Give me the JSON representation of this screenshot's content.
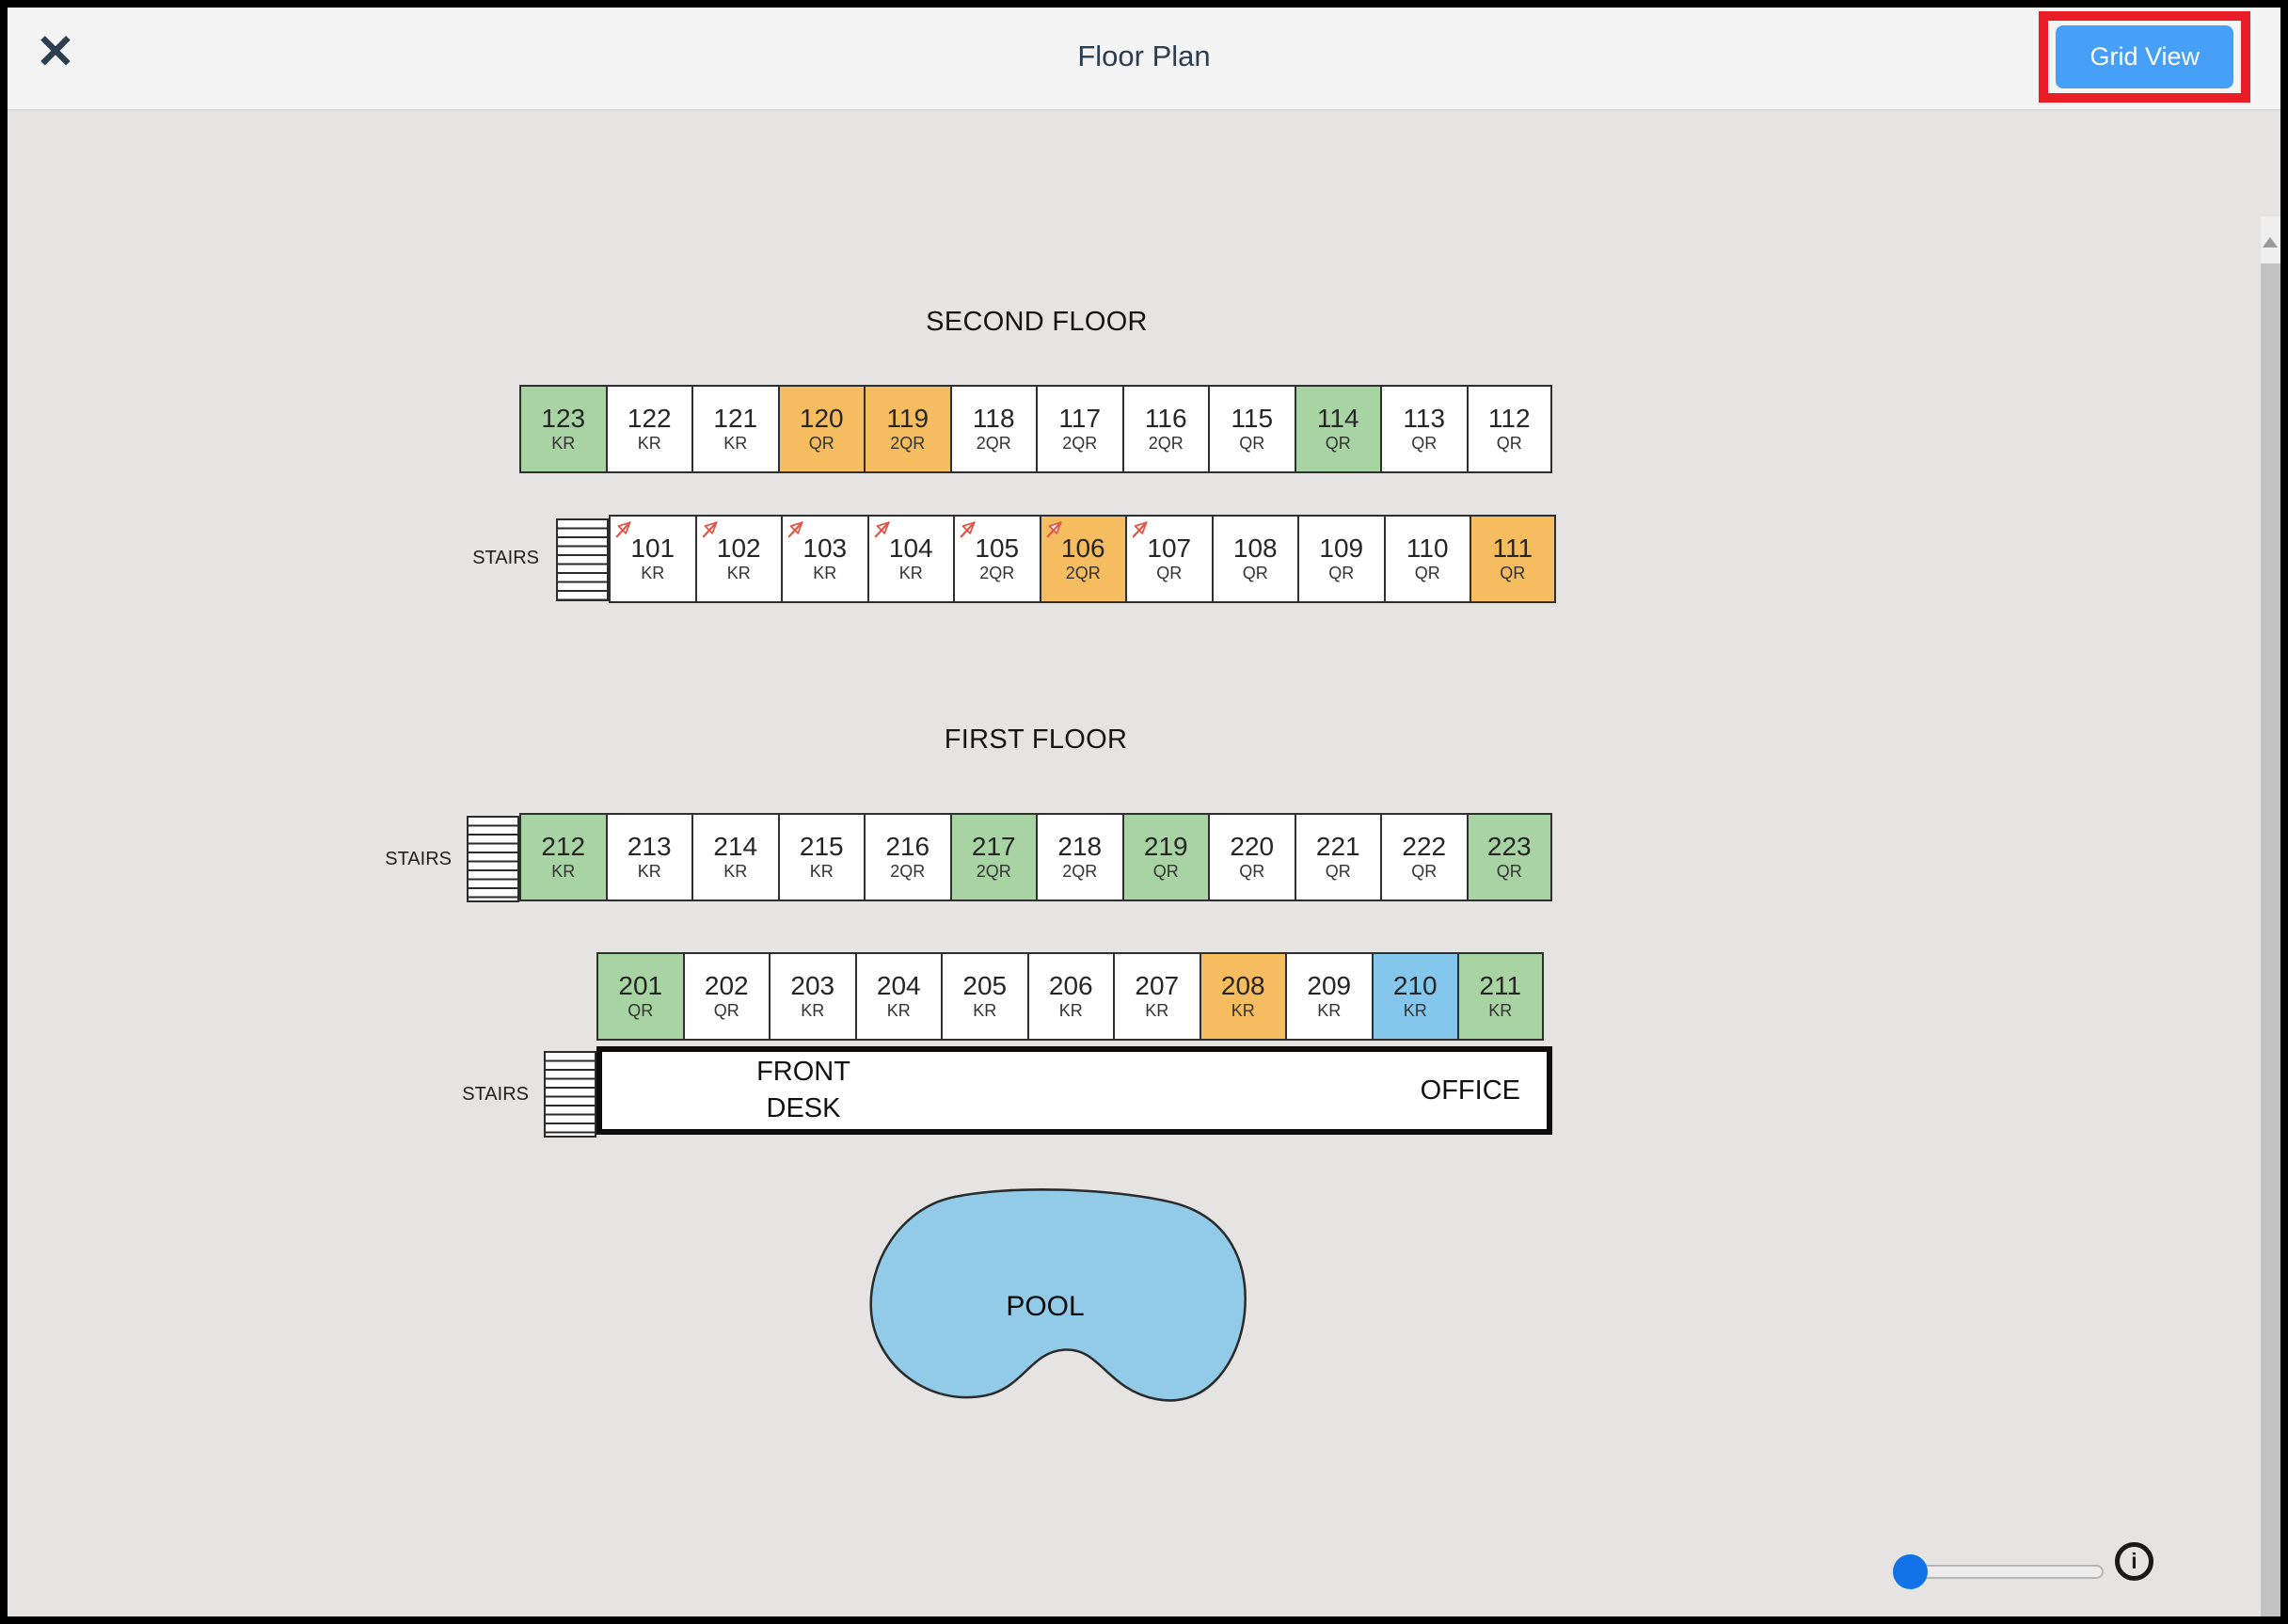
{
  "window": {
    "title": "Floor Plan",
    "close_label": "✕"
  },
  "toolbar": {
    "grid_view_label": "Grid View"
  },
  "colors": {
    "button_blue": "#46a0f7",
    "annotation_red": "#ea1c25",
    "room_green": "#a8d3a3",
    "room_orange": "#f5bd5f",
    "room_blue": "#85c6ed",
    "room_white": "#ffffff",
    "pool_fill": "#92cbe8",
    "slider_thumb_blue": "#1272e8",
    "flag_red": "#e05649"
  },
  "floors": [
    {
      "name": "SECOND FLOOR",
      "rows": [
        {
          "stairs_label": "",
          "rooms": [
            {
              "number": "123",
              "type": "KR",
              "status": "green",
              "flag": false
            },
            {
              "number": "122",
              "type": "KR",
              "status": "white",
              "flag": false
            },
            {
              "number": "121",
              "type": "KR",
              "status": "white",
              "flag": false
            },
            {
              "number": "120",
              "type": "QR",
              "status": "orange",
              "flag": false
            },
            {
              "number": "119",
              "type": "2QR",
              "status": "orange",
              "flag": false
            },
            {
              "number": "118",
              "type": "2QR",
              "status": "white",
              "flag": false
            },
            {
              "number": "117",
              "type": "2QR",
              "status": "white",
              "flag": false
            },
            {
              "number": "116",
              "type": "2QR",
              "status": "white",
              "flag": false
            },
            {
              "number": "115",
              "type": "QR",
              "status": "white",
              "flag": false
            },
            {
              "number": "114",
              "type": "QR",
              "status": "green",
              "flag": false
            },
            {
              "number": "113",
              "type": "QR",
              "status": "white",
              "flag": false
            },
            {
              "number": "112",
              "type": "QR",
              "status": "white",
              "flag": false
            }
          ]
        },
        {
          "stairs_label": "STAIRS",
          "rooms": [
            {
              "number": "101",
              "type": "KR",
              "status": "white",
              "flag": true
            },
            {
              "number": "102",
              "type": "KR",
              "status": "white",
              "flag": true
            },
            {
              "number": "103",
              "type": "KR",
              "status": "white",
              "flag": true
            },
            {
              "number": "104",
              "type": "KR",
              "status": "white",
              "flag": true
            },
            {
              "number": "105",
              "type": "2QR",
              "status": "white",
              "flag": true
            },
            {
              "number": "106",
              "type": "2QR",
              "status": "orange",
              "flag": true
            },
            {
              "number": "107",
              "type": "QR",
              "status": "white",
              "flag": true
            },
            {
              "number": "108",
              "type": "QR",
              "status": "white",
              "flag": false
            },
            {
              "number": "109",
              "type": "QR",
              "status": "white",
              "flag": false
            },
            {
              "number": "110",
              "type": "QR",
              "status": "white",
              "flag": false
            },
            {
              "number": "111",
              "type": "QR",
              "status": "orange",
              "flag": false
            }
          ]
        }
      ]
    },
    {
      "name": "FIRST FLOOR",
      "rows": [
        {
          "stairs_label": "STAIRS",
          "rooms": [
            {
              "number": "212",
              "type": "KR",
              "status": "green",
              "flag": false
            },
            {
              "number": "213",
              "type": "KR",
              "status": "white",
              "flag": false
            },
            {
              "number": "214",
              "type": "KR",
              "status": "white",
              "flag": false
            },
            {
              "number": "215",
              "type": "KR",
              "status": "white",
              "flag": false
            },
            {
              "number": "216",
              "type": "2QR",
              "status": "white",
              "flag": false
            },
            {
              "number": "217",
              "type": "2QR",
              "status": "green",
              "flag": false
            },
            {
              "number": "218",
              "type": "2QR",
              "status": "white",
              "flag": false
            },
            {
              "number": "219",
              "type": "QR",
              "status": "green",
              "flag": false
            },
            {
              "number": "220",
              "type": "QR",
              "status": "white",
              "flag": false
            },
            {
              "number": "221",
              "type": "QR",
              "status": "white",
              "flag": false
            },
            {
              "number": "222",
              "type": "QR",
              "status": "white",
              "flag": false
            },
            {
              "number": "223",
              "type": "QR",
              "status": "green",
              "flag": false
            }
          ]
        },
        {
          "stairs_label": "",
          "rooms": [
            {
              "number": "201",
              "type": "QR",
              "status": "green",
              "flag": false
            },
            {
              "number": "202",
              "type": "QR",
              "status": "white",
              "flag": false
            },
            {
              "number": "203",
              "type": "KR",
              "status": "white",
              "flag": false
            },
            {
              "number": "204",
              "type": "KR",
              "status": "white",
              "flag": false
            },
            {
              "number": "205",
              "type": "KR",
              "status": "white",
              "flag": false
            },
            {
              "number": "206",
              "type": "KR",
              "status": "white",
              "flag": false
            },
            {
              "number": "207",
              "type": "KR",
              "status": "white",
              "flag": false
            },
            {
              "number": "208",
              "type": "KR",
              "status": "orange",
              "flag": false
            },
            {
              "number": "209",
              "type": "KR",
              "status": "white",
              "flag": false
            },
            {
              "number": "210",
              "type": "KR",
              "status": "blue",
              "flag": false
            },
            {
              "number": "211",
              "type": "KR",
              "status": "green",
              "flag": false
            }
          ]
        }
      ]
    }
  ],
  "lobby": {
    "stairs_label": "STAIRS",
    "front_desk_label": "FRONT DESK",
    "office_label": "OFFICE"
  },
  "pool": {
    "label": "POOL"
  },
  "footer": {
    "info_icon": "i"
  }
}
